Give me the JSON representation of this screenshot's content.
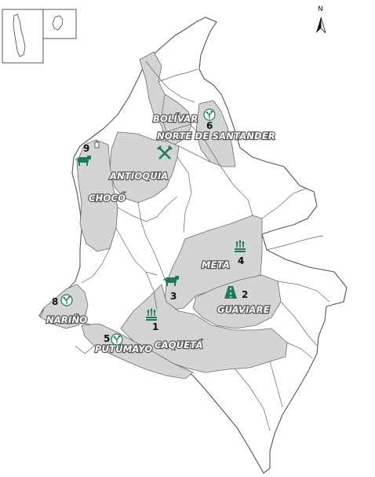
{
  "north_arrow": {
    "label": "N"
  },
  "departments": [
    {
      "id": "bolivar",
      "label": "BOLÍVAR"
    },
    {
      "id": "norte-de-santander",
      "label": "NORTE DE SANTANDER"
    },
    {
      "id": "antioquia",
      "label": "ANTIOQUIA"
    },
    {
      "id": "choco",
      "label": "CHOCÓ"
    },
    {
      "id": "meta",
      "label": "META"
    },
    {
      "id": "guaviare",
      "label": "GUAVIARE"
    },
    {
      "id": "narino",
      "label": "NARIÑO"
    },
    {
      "id": "putumayo",
      "label": "PUTUMAYO"
    },
    {
      "id": "caqueta",
      "label": "CAQUETÁ"
    }
  ],
  "markers": [
    {
      "number": "1",
      "icon": "crop-icon"
    },
    {
      "number": "2",
      "icon": "road-icon"
    },
    {
      "number": "3",
      "icon": "cattle-icon"
    },
    {
      "number": "4",
      "icon": "crop-icon"
    },
    {
      "number": "5",
      "icon": "plant-icon"
    },
    {
      "number": "6",
      "icon": "plant-icon"
    },
    {
      "number": "8",
      "icon": "plant-icon"
    },
    {
      "number": "9",
      "icon": "cattle-icon"
    },
    {
      "number": "",
      "icon": "mining-icon"
    }
  ],
  "colors": {
    "highlight_fill": "#d4d4d4",
    "icon_green": "#1e7b5a",
    "outline": "#555555"
  }
}
